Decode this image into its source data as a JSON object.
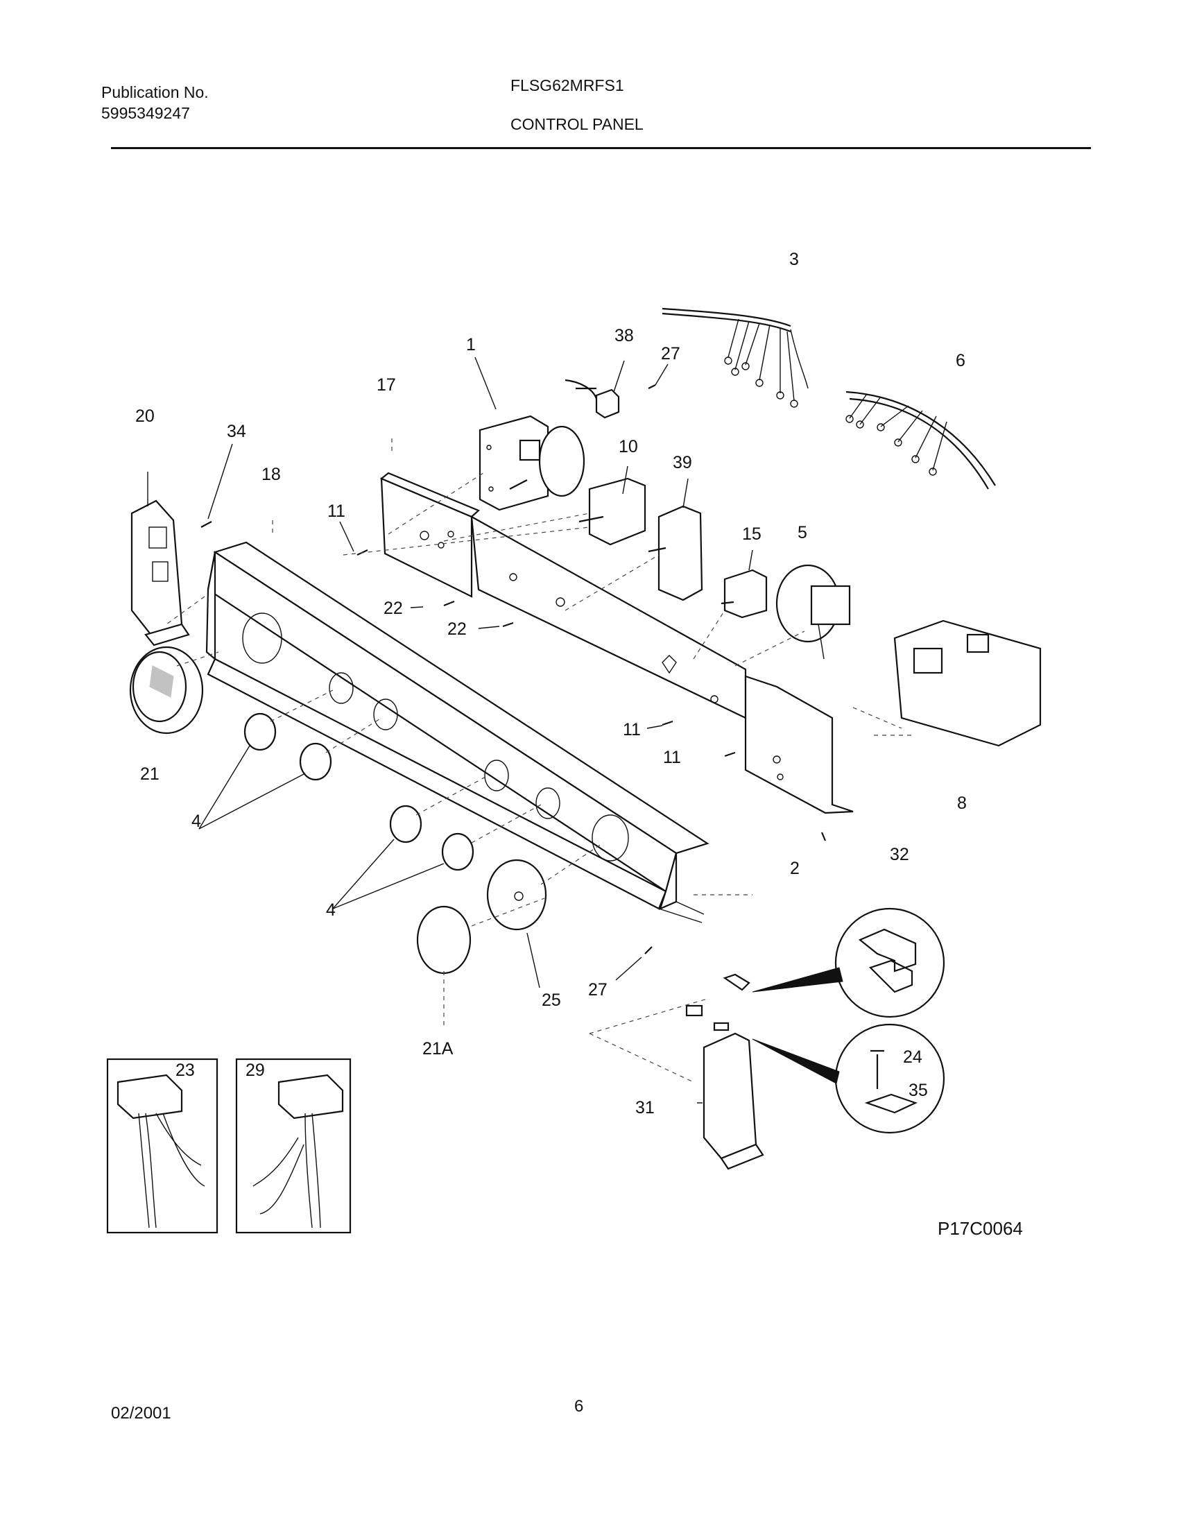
{
  "header": {
    "publication_label": "Publication No.",
    "publication_number": "5995349247",
    "model": "FLSG62MRFS1",
    "section_title": "CONTROL PANEL"
  },
  "diagram": {
    "drawing_code": "P17C0064",
    "callouts": [
      "1",
      "2",
      "3",
      "4",
      "4",
      "5",
      "6",
      "8",
      "10",
      "11",
      "11",
      "11",
      "15",
      "17",
      "18",
      "20",
      "21",
      "21A",
      "22",
      "22",
      "23",
      "24",
      "25",
      "27",
      "27",
      "29",
      "31",
      "32",
      "34",
      "35",
      "38",
      "39"
    ]
  },
  "footer": {
    "date": "02/2001",
    "page_number": "6"
  }
}
